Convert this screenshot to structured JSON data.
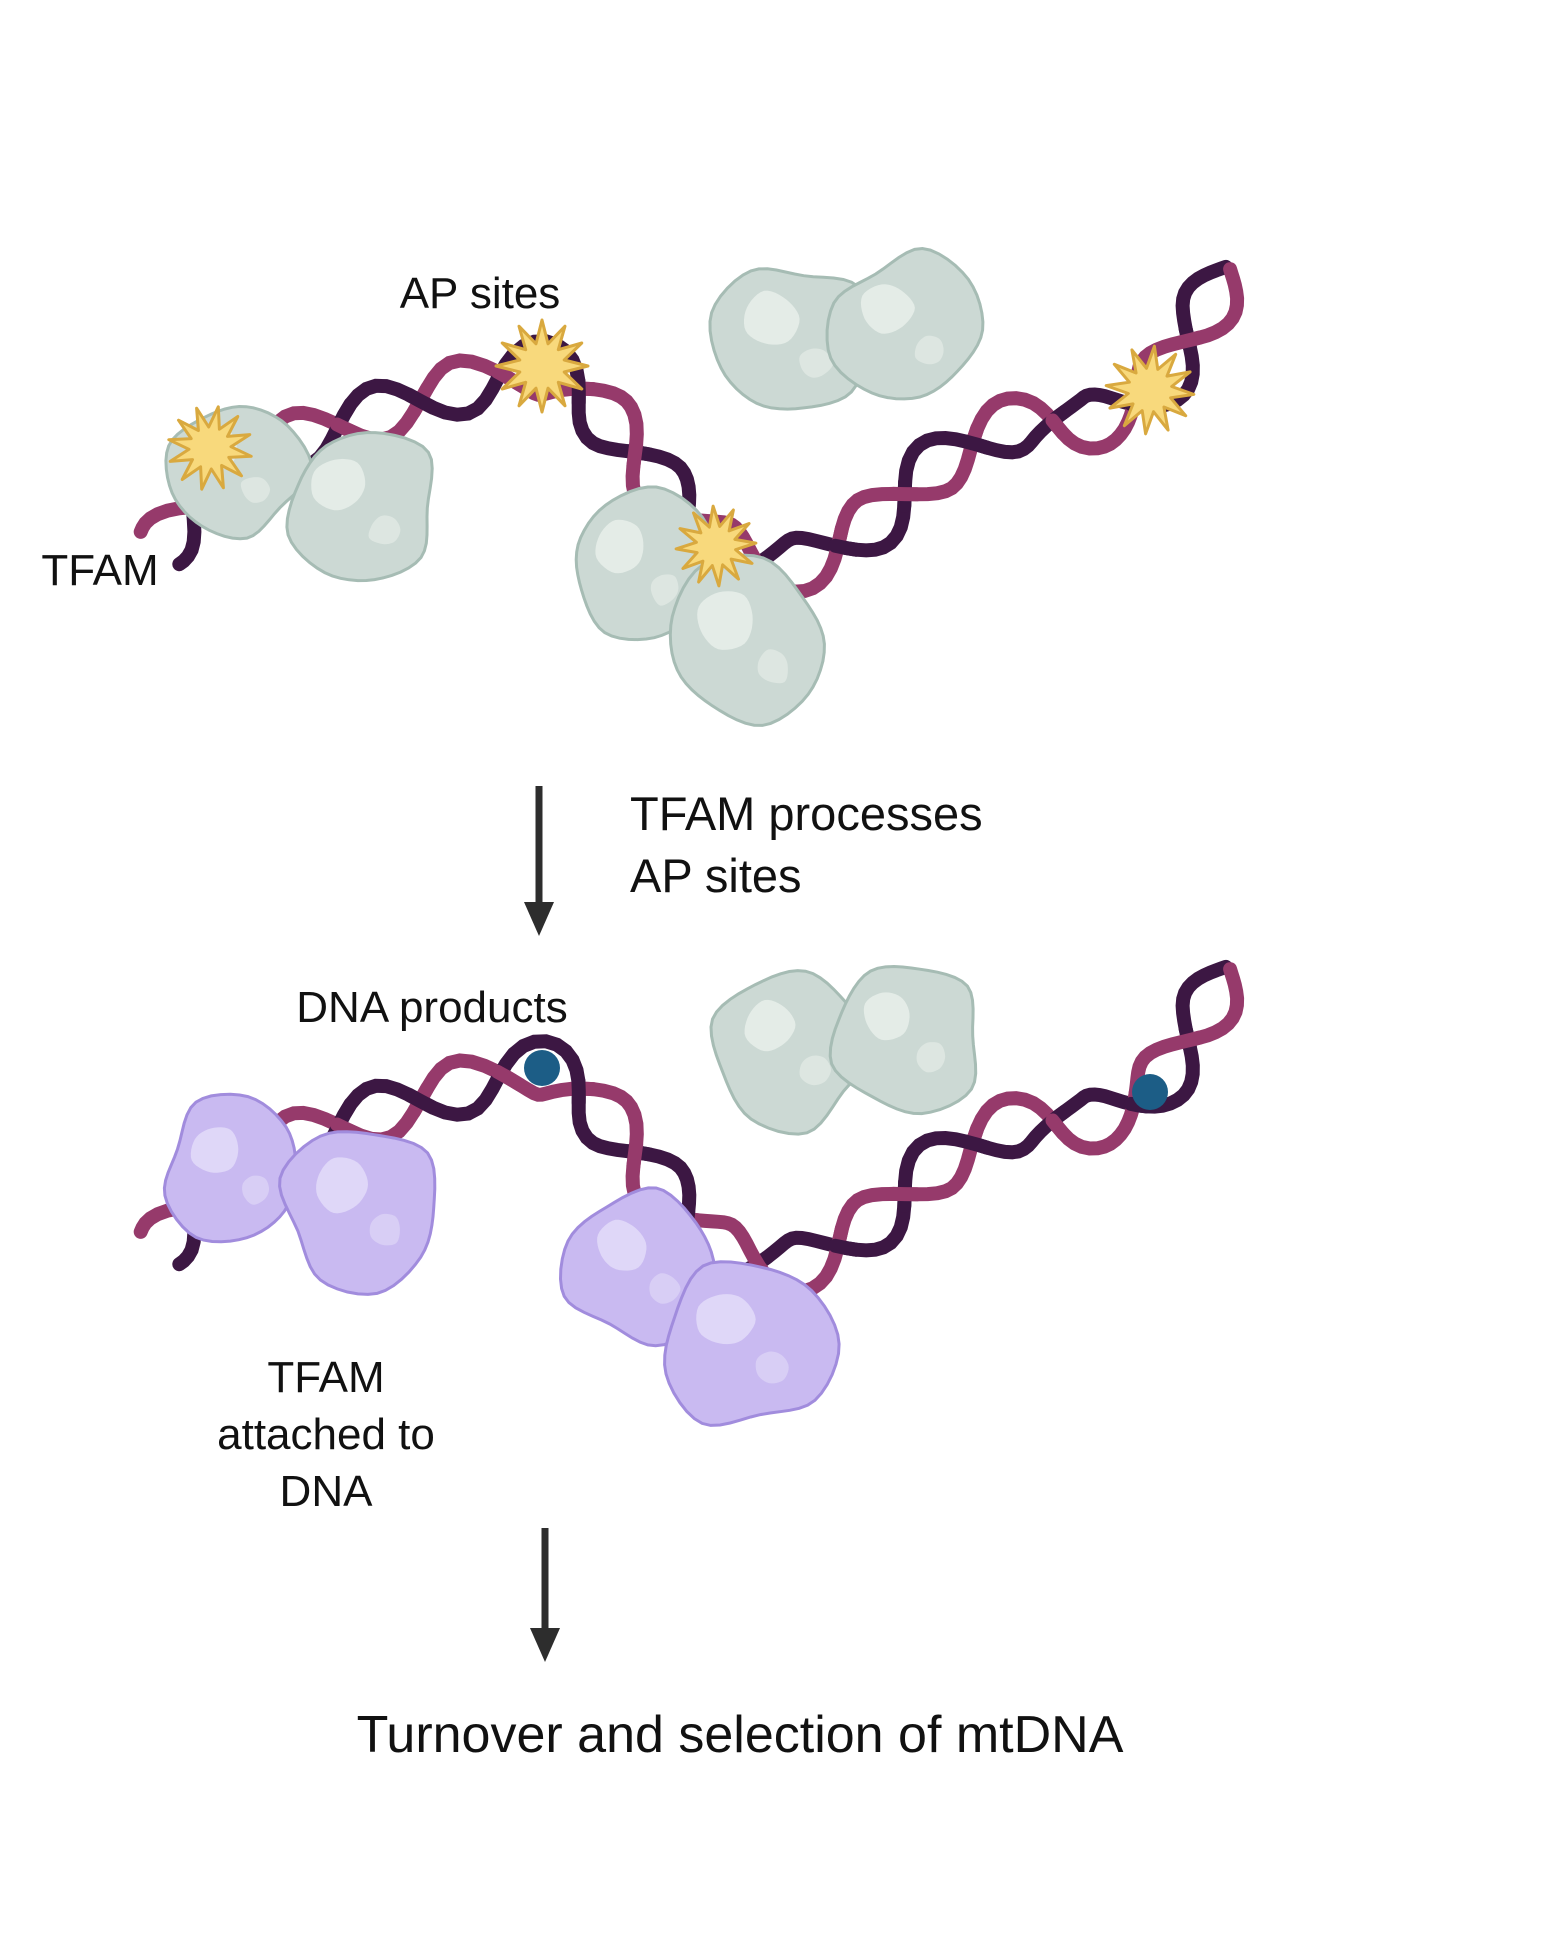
{
  "figure": {
    "background": "#ffffff",
    "labels": {
      "ap_sites": "AP sites",
      "tfam": "TFAM",
      "step1_line1": "TFAM processes",
      "step1_line2": "AP sites",
      "dna_products": "DNA products",
      "tfam_attached_line1": "TFAM",
      "tfam_attached_line2": "attached to",
      "tfam_attached_line3": "DNA",
      "final": "Turnover and selection of mtDNA"
    },
    "icons": {
      "ap_site": "star-burst",
      "dna_product": "filled-circle",
      "step_arrow": "down-arrow"
    },
    "colors": {
      "strand_dark": "#3c1743",
      "strand_light": "#963a6b",
      "protein_green_fill": "#ccd9d4",
      "protein_green_stroke": "#a6bcb4",
      "protein_green_highlight": "#e7eeea",
      "protein_purple_fill": "#c9baf1",
      "protein_purple_stroke": "#a18cdd",
      "protein_purple_highlight": "#e3dcf9",
      "ap_star_fill": "#f8d97c",
      "ap_star_stroke": "#d9a93f",
      "dna_product_dot": "#1c5d86",
      "arrow": "#2d2d2d",
      "text": "#111111"
    }
  }
}
